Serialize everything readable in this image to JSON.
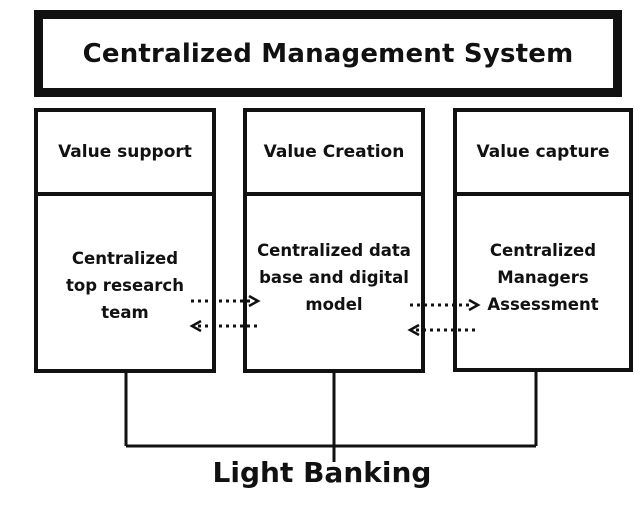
{
  "title": "Centralized Management System",
  "columns": [
    {
      "header": "Value support",
      "body": [
        "Centralized",
        "top research",
        "team"
      ]
    },
    {
      "header": "Value Creation",
      "body": [
        "Centralized data",
        "base and digital",
        "model"
      ]
    },
    {
      "header": "Value capture",
      "body": [
        "Centralized",
        "Managers",
        "Assessment"
      ]
    }
  ],
  "footer": "Light Banking"
}
